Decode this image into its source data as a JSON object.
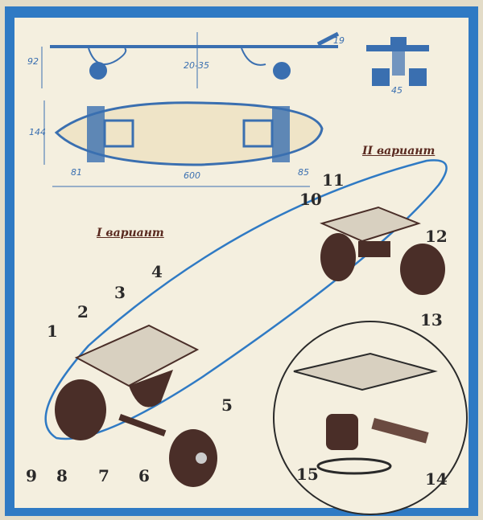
{
  "colors": {
    "frame": "#2f7ac4",
    "paper": "#f4efdf",
    "drawing": "#3a6fb0",
    "parts": "#4a2e28"
  },
  "dimensions": {
    "height_front": "92",
    "height_mid": "20-35",
    "tail_angle": "19",
    "truck_width": "45",
    "deck_width": "144",
    "front_offset": "81",
    "deck_length": "600",
    "rear_offset": "85"
  },
  "variants": {
    "first": "I вариант",
    "second": "II вариант"
  },
  "part_numbers": [
    "1",
    "2",
    "3",
    "4",
    "5",
    "6",
    "7",
    "8",
    "9",
    "10",
    "11",
    "12",
    "13",
    "14",
    "15"
  ]
}
